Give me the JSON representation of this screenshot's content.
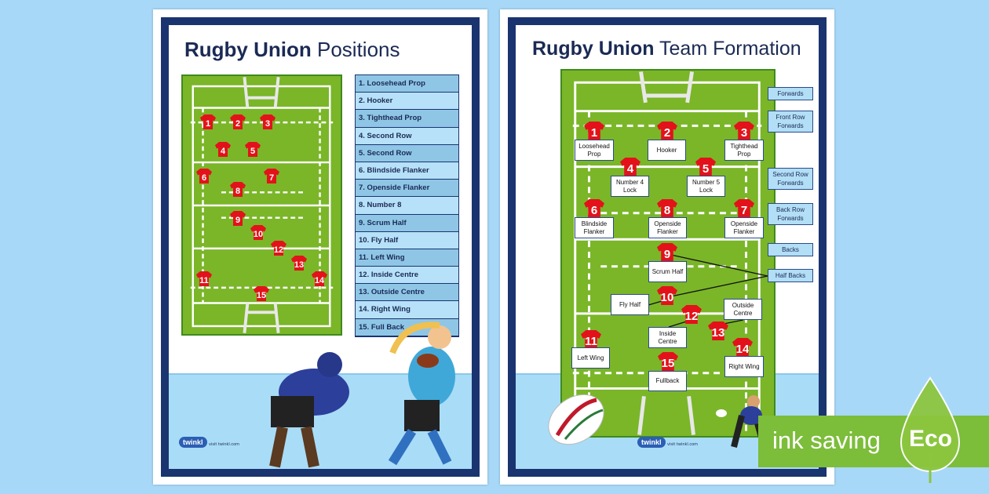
{
  "left_poster": {
    "title_bold": "Rugby Union",
    "title_rest": "Positions",
    "jerseys": [
      "1",
      "2",
      "3",
      "4",
      "5",
      "6",
      "7",
      "8",
      "9",
      "10",
      "12",
      "13",
      "11",
      "14",
      "15"
    ],
    "positions": [
      "1. Loosehead Prop",
      "2. Hooker",
      "3. Tighthead Prop",
      "4. Second Row",
      "5. Second Row",
      "6. Blindside Flanker",
      "7. Openside Flanker",
      "8. Number 8",
      "9. Scrum Half",
      "10. Fly Half",
      "11. Left Wing",
      "12. Inside Centre",
      "13. Outside Centre",
      "14. Right Wing",
      "15. Full Back"
    ],
    "logo": "twinkl",
    "visit": "visit twinkl.com"
  },
  "right_poster": {
    "title_bold": "Rugby Union",
    "title_rest": "Team Formation",
    "jerseys": [
      "1",
      "2",
      "3",
      "4",
      "5",
      "6",
      "8",
      "7",
      "9",
      "10",
      "12",
      "13",
      "11",
      "14",
      "15"
    ],
    "labels": [
      "Loosehead Prop",
      "Hooker",
      "Tighthead Prop",
      "Number 4 Lock",
      "Number 5 Lock",
      "Blindside Flanker",
      "Openside Flanker",
      "Openside Flanker",
      "Scrum Half",
      "Fly Half",
      "Outside Centre",
      "Inside Centre",
      "Left Wing",
      "Right Wing",
      "Fullback"
    ],
    "groups": [
      "Forwards",
      "Front Row Forwards",
      "Second Row Forwards",
      "Back Row Forwards",
      "Backs",
      "Half Backs"
    ],
    "logo": "twinkl",
    "visit": "visit twinkl.com"
  },
  "badge": {
    "text": "ink saving",
    "eco": "Eco"
  },
  "colors": {
    "background": "#a8d8f8",
    "frame": "#1a3470",
    "pitch": "#7ab628",
    "jersey": "#e3121a",
    "badge": "#7cbd3a"
  }
}
